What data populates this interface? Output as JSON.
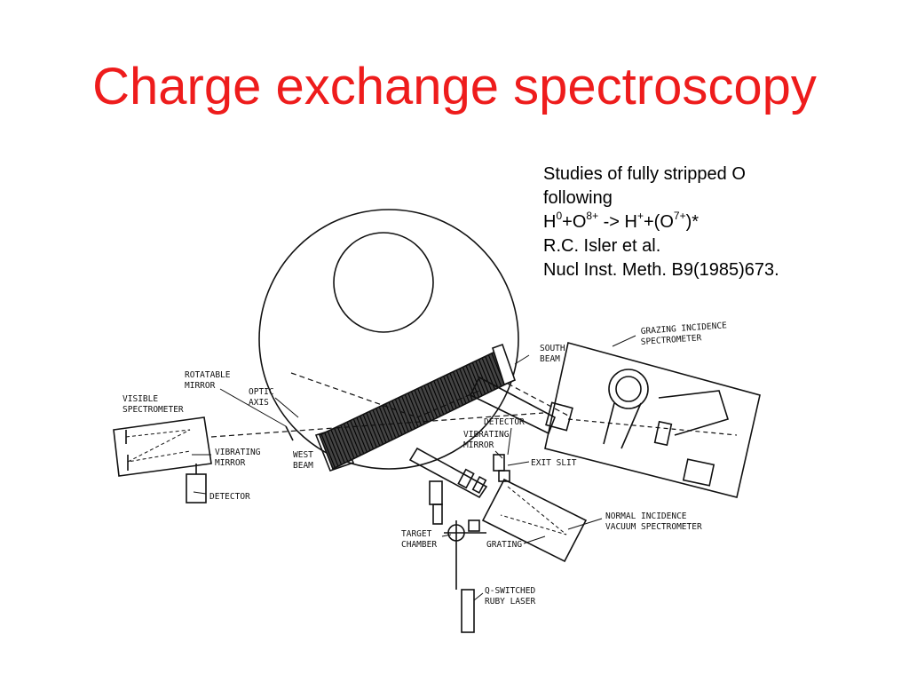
{
  "title": "Charge exchange spectroscopy",
  "citation": {
    "line1": "Studies of fully stripped O",
    "line2": "following",
    "reaction": {
      "a": "H",
      "a_sup": "0",
      "b": "+O",
      "b_sup": "8+",
      "c": " -> H",
      "c_sup": "+",
      "d": "+(O",
      "d_sup": "7+",
      "e": ")*"
    },
    "authors": "R.C. Isler et al.",
    "reference": "Nucl Inst. Meth. B9(1985)673."
  },
  "diagram_labels": {
    "grazing_1": "GRAZING INCIDENCE",
    "grazing_2": "SPECTROMETER",
    "south_1": "SOUTH",
    "south_2": "BEAM",
    "rotatable_1": "ROTATABLE",
    "rotatable_2": "MIRROR",
    "optic_1": "OPTIC",
    "optic_2": "AXIS",
    "visible_1": "VISIBLE",
    "visible_2": "SPECTROMETER",
    "detector_top": "DETECTOR",
    "vibmirror_r1": "VIBRATING",
    "vibmirror_r2": "MIRROR",
    "exit_slit": "EXIT SLIT",
    "vibmirror_l1": "VIBRATING",
    "vibmirror_l2": "MIRROR",
    "west_1": "WEST",
    "west_2": "BEAM",
    "detector_left": "DETECTOR",
    "normal_1": "NORMAL INCIDENCE",
    "normal_2": "VACUUM SPECTROMETER",
    "target_1": "TARGET",
    "target_2": "CHAMBER",
    "grating": "GRATING",
    "laser_1": "Q-SWITCHED",
    "laser_2": "RUBY LASER"
  }
}
